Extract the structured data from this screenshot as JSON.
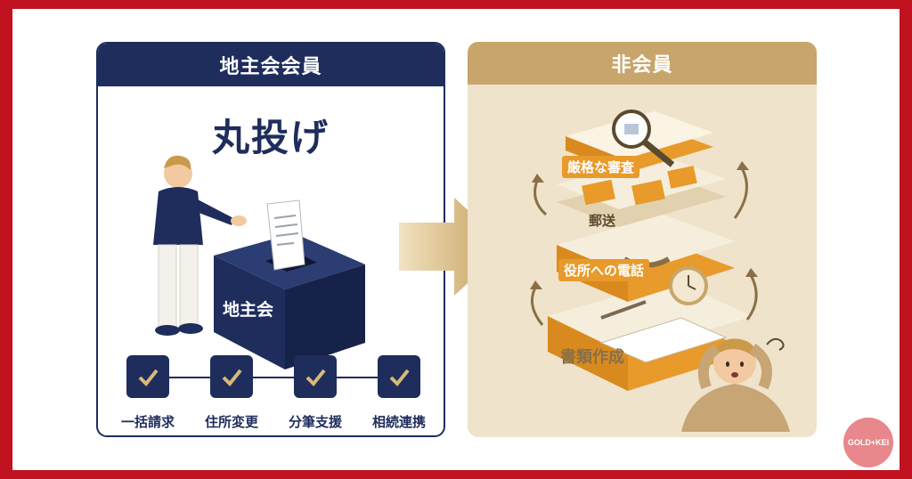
{
  "left_panel": {
    "header": "地主会会員",
    "headline": "丸投げ",
    "box_label": "地主会",
    "steps": [
      {
        "label": "一括請求"
      },
      {
        "label": "住所変更"
      },
      {
        "label": "分筆支援"
      },
      {
        "label": "相続連携"
      }
    ]
  },
  "right_panel": {
    "header": "非会員",
    "tasks": {
      "review": "厳格な審査",
      "mail": "郵送",
      "phone": "役所への電話",
      "documents": "書類作成"
    }
  },
  "badge": "GOLD+KEI",
  "colors": {
    "navy": "#1f2d5c",
    "gold": "#c8a56b",
    "orange": "#e89a2a",
    "beige": "#efe3cc",
    "border_red": "#c0121f"
  }
}
